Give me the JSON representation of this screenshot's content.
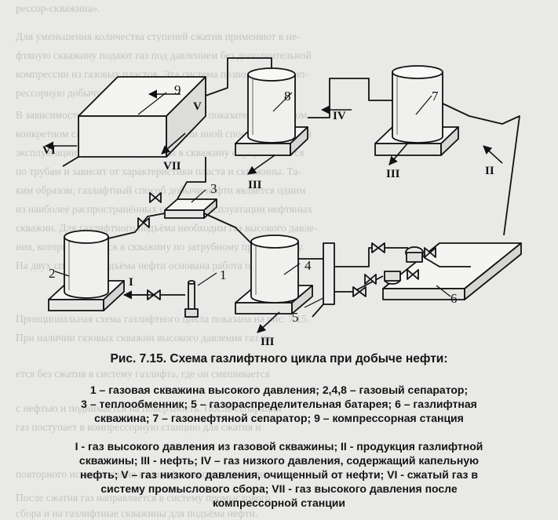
{
  "figure": {
    "labels": {
      "n1": "1",
      "n2": "2",
      "n3": "3",
      "n4": "4",
      "n5": "5",
      "n6": "6",
      "n7": "7",
      "n8": "8",
      "n9": "9"
    },
    "flows": {
      "I": "I",
      "II": "II",
      "III_a": "III",
      "III_b": "III",
      "III_c": "III",
      "IV": "IV",
      "V": "V",
      "VI": "VI",
      "VII": "VII"
    }
  },
  "caption": {
    "title": "Рис. 7.15. Схема газлифтного цикла при добыче нефти:",
    "equipment_lines": [
      "1 – газовая скважина высокого давления; 2,4,8 – газовый сепаратор;",
      "3 – теплообменник; 5 – газораспределительная батарея; 6 – газлифтная",
      "скважина; 7 – газонефтяной сепаратор; 9 – компрессорная станция"
    ],
    "flow_lines": [
      "I - газ высокого давления из газовой скважины; II - продукция газлифтной",
      "скважины; III - нефть; IV – газ низкого давления, содержащий капельную",
      "нефть; V – газ низкого давления, очищенный от нефти; VI - сжатый газ в",
      "систему промыслового сбора; VII - газ высокого давления после",
      "компрессорной станции"
    ]
  },
  "background_text": [
    "ресcор-скважина».",
    "Для уменьшения количества ступеней сжатия применяют в не-",
    "фтяную скважину подают газ под давлением без дополнительной",
    "компрессии из газовых пластов. Эта система позволяет бескомп-",
    "рессорную добычу нефти.",
    "В зависимости от технико-экономических показателей в каждом",
    "конкретном случае применяется тот или иной способ газлифтной",
    "эксплуатации скважин. Подача газа в скважину осуществляется",
    "по трубам и зависит от характеристики пласта и скважины. Та-",
    "ким образом, газлифтный способ добычи нефти является одним",
    "из наиболее распространённых способов эксплуатации нефтяных",
    "скважин. Для газлифтного подъёма необходим газ высокого давле-",
    "ния, который подаётся в скважину по затрубному пространству.",
    "На двух способах подъёма нефти основана работа промыслов.",
    "Принципиальная схема газлифтного цикла показана на рис. 7.15.",
    "При наличии газовых скважин высокого давления газ из",
    "ется без сжатия в систему газлифта, где он смешивается",
    "с нефтью и поднимается на поверхность. После сепарации",
    "газ поступает в компрессорную станцию для сжатия и",
    "повторного использования в газлифтном цикле добычи.",
    "После сжатия газ направляется в систему промыслового",
    "сбора и на газлифтные скважины для подъёма нефти."
  ]
}
